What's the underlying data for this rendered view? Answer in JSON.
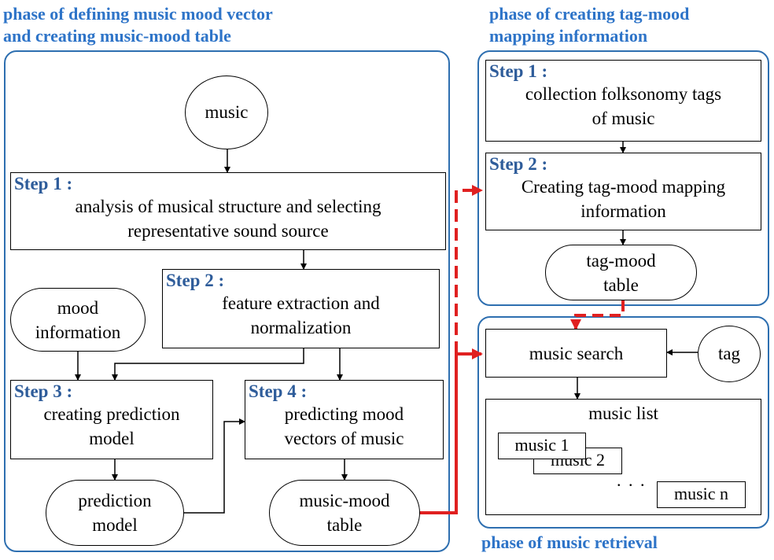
{
  "phases": {
    "mood_vector": "phase of defining music mood vector and creating music-mood table",
    "mood_vector_line1": "phase of defining music mood vector",
    "mood_vector_line2": "and creating music-mood table",
    "tag_mood_line1": "phase of creating tag-mood",
    "tag_mood_line2": "mapping information",
    "retrieval": "phase of music retrieval"
  },
  "left": {
    "music": "music",
    "step1": {
      "label": "Step 1 :",
      "line1": "analysis of musical structure and selecting",
      "line2": "representative sound source"
    },
    "step2": {
      "label": "Step 2 :",
      "line1": "feature extraction and",
      "line2": "normalization"
    },
    "mood_info": {
      "line1": "mood",
      "line2": "information"
    },
    "step3": {
      "label": "Step 3 :",
      "line1": "creating prediction",
      "line2": "model"
    },
    "step4": {
      "label": "Step 4 :",
      "line1": "predicting mood",
      "line2": "vectors of music"
    },
    "prediction_model": {
      "line1": "prediction",
      "line2": "model"
    },
    "music_mood_table": {
      "line1": "music-mood",
      "line2": "table"
    }
  },
  "right_top": {
    "step1": {
      "label": "Step 1 :",
      "line1": "collection folksonomy tags",
      "line2": "of music"
    },
    "step2": {
      "label": "Step 2 :",
      "line1": "Creating tag-mood mapping",
      "line2": "information"
    },
    "tag_mood_table": {
      "line1": "tag-mood",
      "line2": "table"
    }
  },
  "right_bottom": {
    "music_search": "music search",
    "tag": "tag",
    "music_list": "music list",
    "items": [
      "music 1",
      "music 2",
      "music n"
    ],
    "ellipsis": ". . ."
  },
  "colors": {
    "phase_title": "#2e74c8",
    "panel_border": "#2e6fb0",
    "step_label": "#2e5c9a",
    "link_red": "#e02020"
  }
}
